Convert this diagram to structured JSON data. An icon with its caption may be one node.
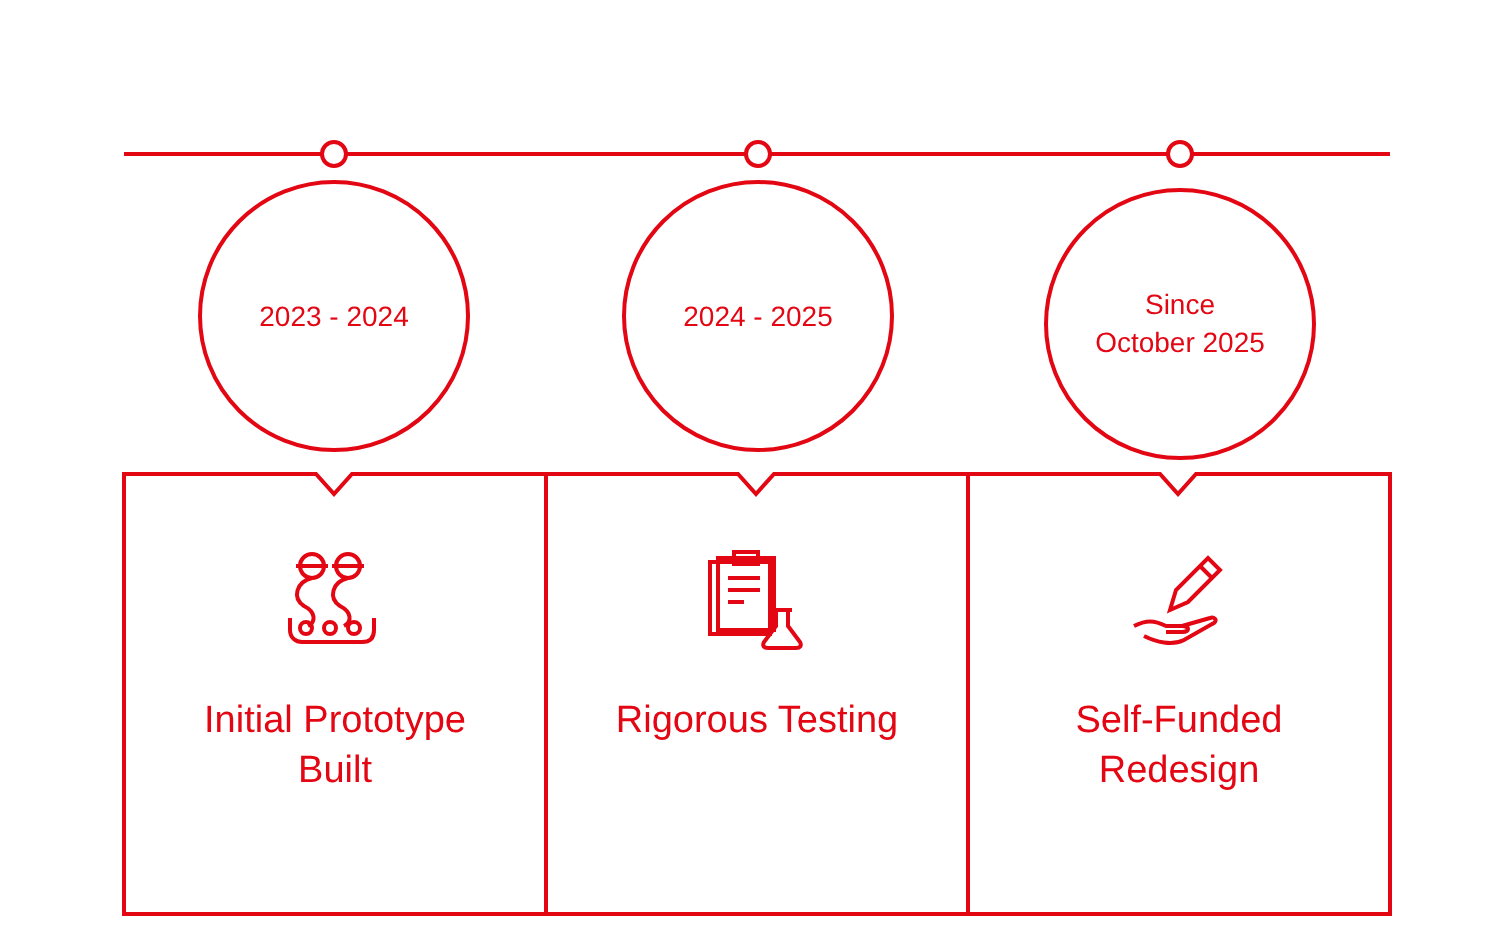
{
  "diagram": {
    "nodes": [
      {
        "text": [
          "2023 - 2024"
        ]
      },
      {
        "text": [
          "2024 - 2025"
        ]
      },
      {
        "text": [
          "Since October 2025"
        ]
      },
      {
        "text": [
          "Initial Prototype Built"
        ]
      },
      {
        "text": [
          "Rigorous Testing"
        ]
      },
      {
        "text": [
          "Self-Funded Redesign"
        ]
      }
    ]
  }
}
